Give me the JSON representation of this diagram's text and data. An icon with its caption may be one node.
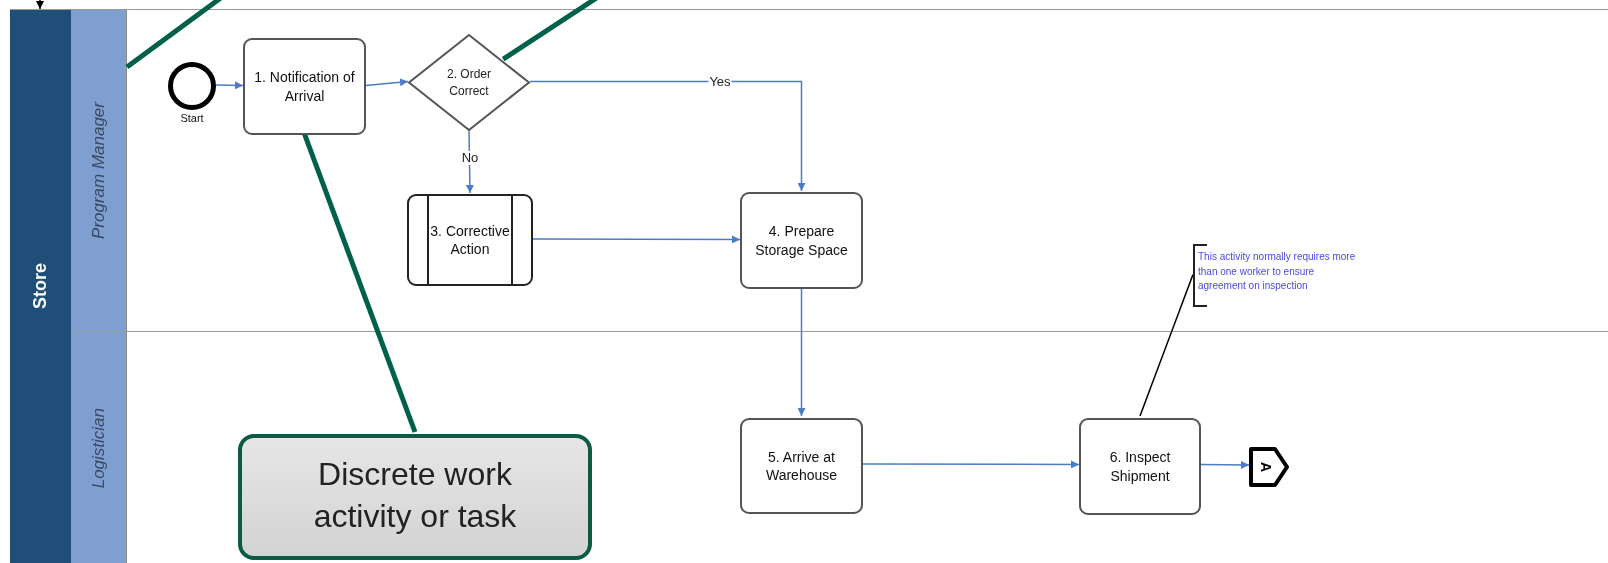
{
  "diagram": {
    "nodes": [
      {
        "text": [
          "Store"
        ]
      },
      {
        "text": [
          "Program Manager"
        ],
        "in": 0
      },
      {
        "text": [
          "Logistician"
        ],
        "in": 0
      },
      {
        "text": [],
        "shape": "circle",
        "beside": [
          "Start"
        ],
        "in": 1
      },
      {
        "text": [
          "1. Notification of Arrival"
        ],
        "in": 1
      },
      {
        "text": [
          "2. Order Correct"
        ],
        "in": 1
      },
      {
        "text": [
          "3. Corrective Action"
        ],
        "in": 1
      },
      {
        "text": [
          "4. Prepare Storage Space"
        ],
        "in": 1
      },
      {
        "text": [
          "5. Arrive at Warehouse"
        ],
        "in": 2
      },
      {
        "text": [
          "6. Inspect Shipment"
        ],
        "in": 2
      },
      {
        "text": [
          "A"
        ],
        "in": 2
      },
      {
        "text": [
          "This activity normally requires more than one worker to ensure agreement on inspection"
        ],
        "in": 1
      },
      {
        "text": [
          "Discrete work activity or task"
        ],
        "in": 2
      }
    ],
    "edges": [
      {
        "from": 3,
        "to": 4,
        "arrow": "to"
      },
      {
        "from": 4,
        "to": 5,
        "arrow": "to"
      },
      {
        "from": 5,
        "to": 7,
        "arrow": "to",
        "label": "Yes"
      },
      {
        "from": 5,
        "to": 6,
        "arrow": "to",
        "label": "No"
      },
      {
        "from": 6,
        "to": 7,
        "arrow": "to"
      },
      {
        "from": 7,
        "to": 8,
        "arrow": "to"
      },
      {
        "from": 8,
        "to": 9,
        "arrow": "to"
      },
      {
        "from": 9,
        "to": 10,
        "arrow": "to"
      },
      {
        "from": 11,
        "to": 9,
        "arrow": "none",
        "color": "#000000"
      },
      {
        "from": 12,
        "to": 4,
        "arrow": "none",
        "style": "thick",
        "color": "#00604a"
      },
      {
        "from": null,
        "to": 1,
        "arrow": "none",
        "style": "thick",
        "color": "#00604a"
      },
      {
        "from": null,
        "to": 5,
        "arrow": "none",
        "style": "thick",
        "color": "#00604a"
      },
      {
        "from": null,
        "to": 0,
        "arrow": "to",
        "color": "#000000"
      }
    ]
  }
}
